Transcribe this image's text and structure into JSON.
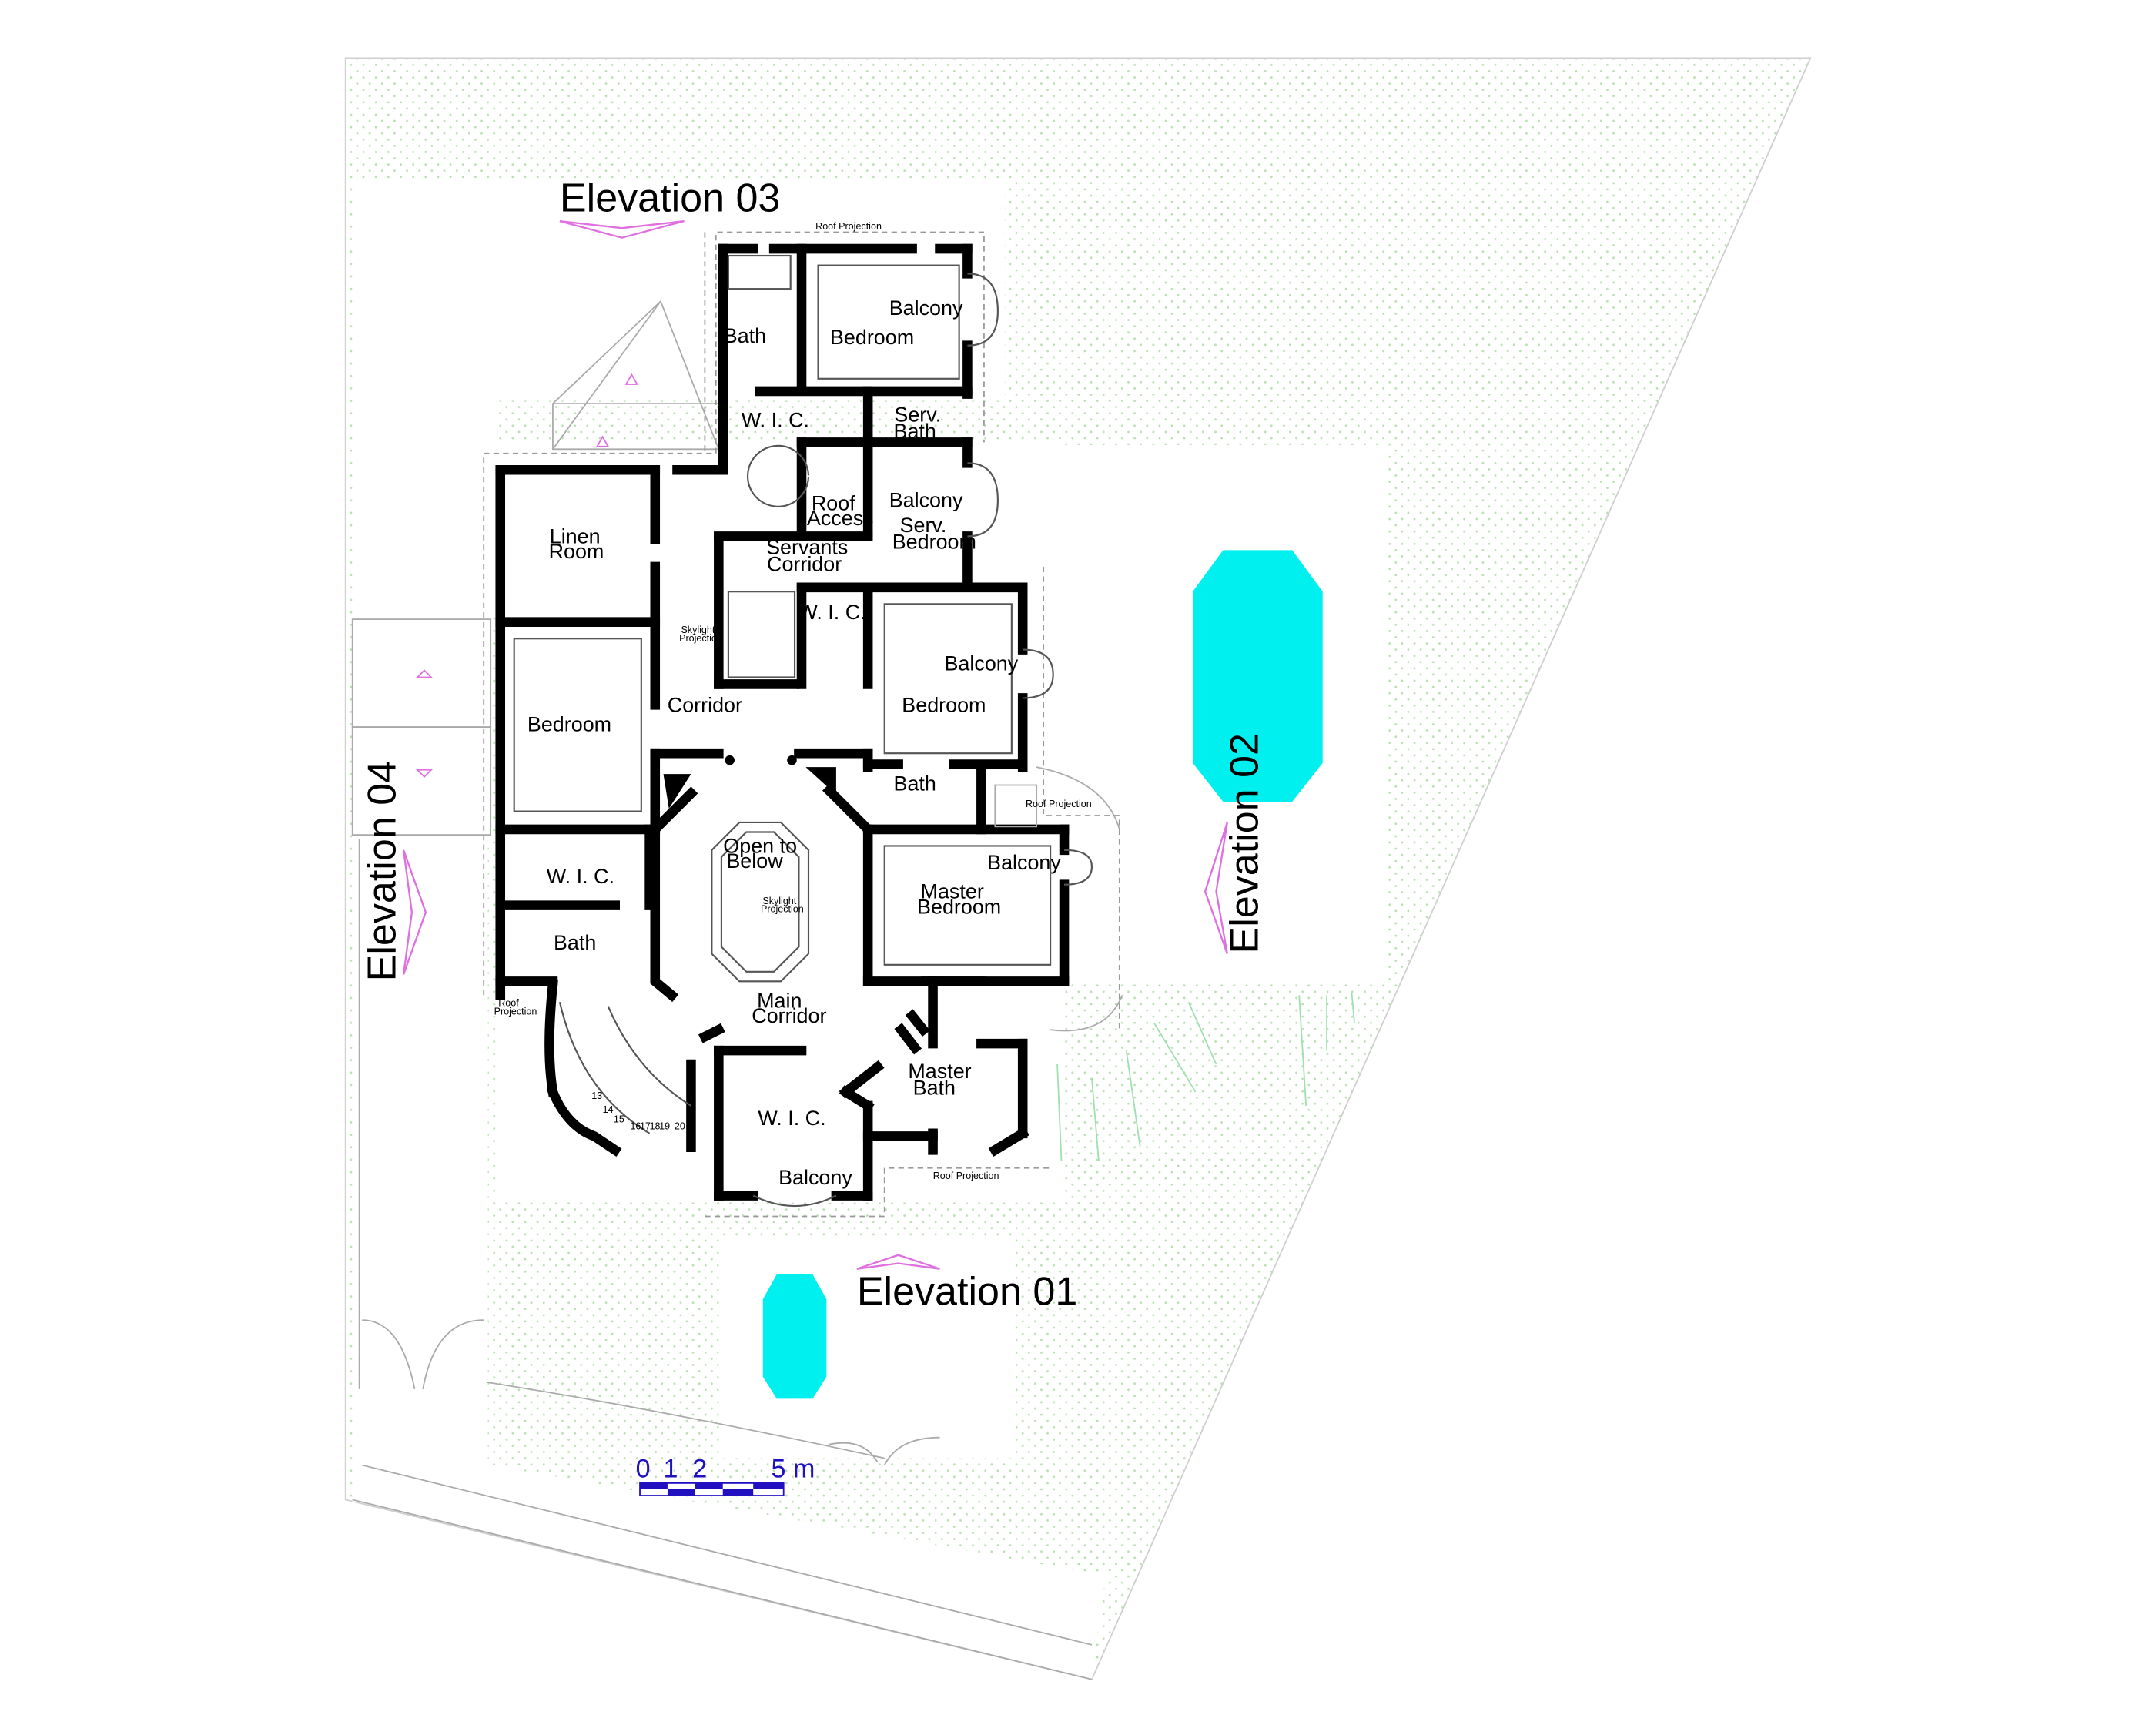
{
  "colors": {
    "background": "#ffffff",
    "wall": "#000000",
    "pool": "#00f0f0",
    "elevation_marker": "#e070e0",
    "garden_dots": "#b8e0b0",
    "scale_bar": "#2010c0",
    "balcony_marker": "#2010c0"
  },
  "icons": [
    "elevation-marker-icon",
    "scale-bar-icon",
    "pool-icon",
    "staircase-icon"
  ],
  "elevations": {
    "e01": "Elevation 01",
    "e02": "Elevation 02",
    "e03": "Elevation 03",
    "e04": "Elevation 04"
  },
  "rooms": {
    "bath_n": "Bath",
    "bedroom_n": "Bedroom",
    "balcony_n": "Balcony",
    "wic_n": "W. I. C.",
    "serv_bath_1": "Serv.",
    "serv_bath_2": "Bath",
    "roof_access_1": "Roof",
    "roof_access_2": "Access",
    "balcony_serv": "Balcony",
    "serv_bedroom_1": "Serv.",
    "serv_bedroom_2": "Bedroom",
    "servants_corridor_1": "Servants",
    "servants_corridor_2": "Corridor",
    "linen_1": "Linen",
    "linen_2": "Room",
    "wic_e": "W. I. C.",
    "balcony_e": "Balcony",
    "bedroom_e": "Bedroom",
    "bedroom_w": "Bedroom",
    "corridor": "Corridor",
    "bath_e": "Bath",
    "open_below_1": "Open to",
    "open_below_2": "Below",
    "wic_w": "W. I. C.",
    "bath_w": "Bath",
    "balcony_master": "Balcony",
    "master_bedroom_1": "Master",
    "master_bedroom_2": "Bedroom",
    "main_corridor_1": "Main",
    "main_corridor_2": "Corridor",
    "master_bath_1": "Master",
    "master_bath_2": "Bath",
    "wic_s": "W. I. C.",
    "balcony_s": "Balcony"
  },
  "notes": {
    "roof_projection": "Roof Projection",
    "roof_projection_2": "Roof Projection",
    "roof_projection_3": "Roof Projection",
    "roof_projection_4a": "Roof",
    "roof_projection_4b": "Projection",
    "skylight_1a": "Skylight",
    "skylight_1b": "Projection",
    "skylight_2a": "Skylight",
    "skylight_2b": "Projection"
  },
  "scale": {
    "t0": "0",
    "t1": "1",
    "t2": "2",
    "t5": "5 m"
  },
  "stairs": {
    "south_steps": [
      "20",
      "19",
      "18",
      "17",
      "16",
      "15",
      "14",
      "13"
    ]
  }
}
